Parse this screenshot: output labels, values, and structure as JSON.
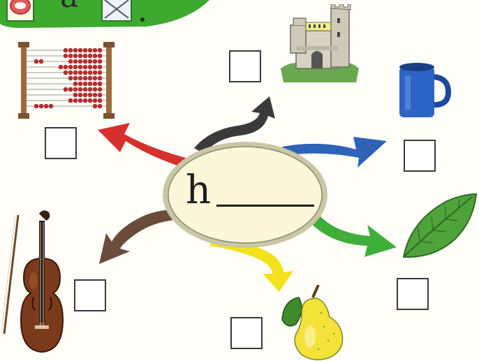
{
  "banner": {
    "instruction_text": "a"
  },
  "center": {
    "letter": "h"
  },
  "pictures": [
    {
      "name": "abacus"
    },
    {
      "name": "castle"
    },
    {
      "name": "mug"
    },
    {
      "name": "leaf"
    },
    {
      "name": "pear"
    },
    {
      "name": "violin"
    }
  ],
  "colors": {
    "banner_green": "#3daa2f",
    "ellipse_fill": "#fbf7d8",
    "ellipse_border": "#c9c7a6",
    "arrow_red": "#d6302d",
    "arrow_black": "#3a3a3a",
    "arrow_blue": "#2e63b7",
    "arrow_green": "#3fae3a",
    "arrow_yellow": "#f3e21a",
    "arrow_brown": "#6b4c3b"
  }
}
